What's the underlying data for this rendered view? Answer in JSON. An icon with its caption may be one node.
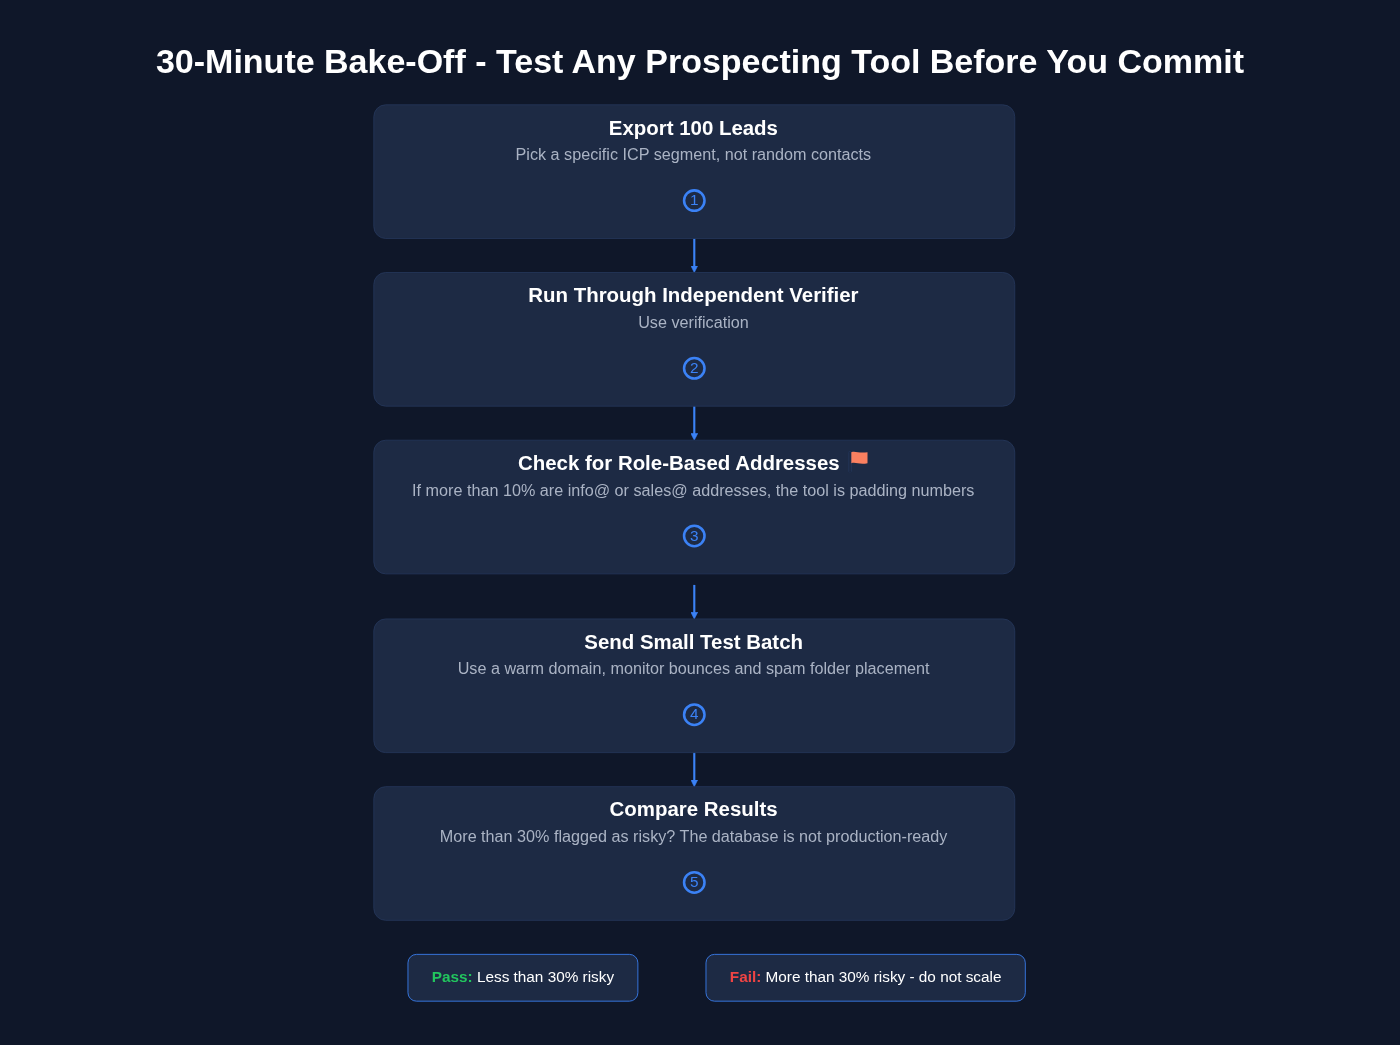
{
  "diagram": {
    "title": "30-Minute Bake-Off - Test Any Prospecting Tool Before You Commit",
    "nodes": [
      {
        "text": [
          "Export 100 Leads",
          "Pick a specific ICP segment, not random contacts"
        ]
      },
      {
        "text": [
          "1"
        ],
        "in": 0
      },
      {
        "text": [
          "Run Through Independent Verifier",
          "Use verification"
        ]
      },
      {
        "text": [
          "2"
        ],
        "in": 2
      },
      {
        "text": [
          "Check for Role-Based Addresses",
          "If more than 10% are info@ or sales@ addresses, the tool is padding numbers"
        ]
      },
      {
        "text": [
          "3"
        ],
        "in": 4
      },
      {
        "text": [
          "Send Small Test Batch",
          "Use a warm domain, monitor bounces and spam folder placement"
        ]
      },
      {
        "text": [
          "4"
        ],
        "in": 6
      },
      {
        "text": [
          "Compare Results",
          "More than 30% flagged as risky? The database is not production-ready"
        ]
      },
      {
        "text": [
          "5"
        ],
        "in": 8
      },
      {
        "text": [
          "**Pass:** Less than 30% risky"
        ]
      },
      {
        "text": [
          "**Fail:** More than 30% risky - do not scale"
        ]
      }
    ],
    "edges": [
      {
        "from": 0,
        "to": 2,
        "arrow": "to"
      },
      {
        "from": 2,
        "to": 4,
        "arrow": "to"
      },
      {
        "from": 4,
        "to": 6,
        "arrow": "to"
      },
      {
        "from": 6,
        "to": 8,
        "arrow": "to"
      }
    ]
  }
}
